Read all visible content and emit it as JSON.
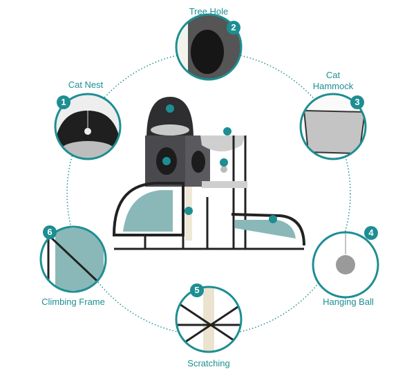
{
  "accent_color": "#1d8e92",
  "features": [
    {
      "number": "1",
      "label": "Cat Nest"
    },
    {
      "number": "2",
      "label": "Tree Hole"
    },
    {
      "number": "3",
      "label": "Cat",
      "label2": "Hammock"
    },
    {
      "number": "4",
      "label": "Hanging Ball"
    },
    {
      "number": "5",
      "label": "Scratching"
    },
    {
      "number": "6",
      "label": "Climbing Frame"
    }
  ]
}
